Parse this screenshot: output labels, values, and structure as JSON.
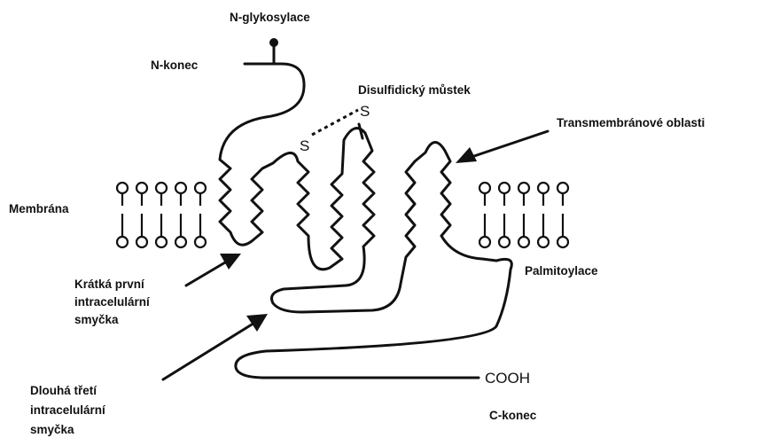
{
  "labels": {
    "n_glycosylation": "N-glykosylace",
    "n_terminus": "N-konec",
    "disulfide_bridge": "Disulfidický můstek",
    "sulfur_left": "S",
    "sulfur_right": "S",
    "transmembrane": "Transmembránové oblasti",
    "membrane": "Membrána",
    "short_loop": [
      "Krátká první",
      "intracelulární",
      "smyčka"
    ],
    "palmitoylation": "Palmitoylace",
    "long_loop": [
      "Dlouhá třetí",
      "intracelulární",
      "smyčka"
    ],
    "cooh": "COOH",
    "c_terminus": "C-konec"
  },
  "colors": {
    "ink": "#111111",
    "background": "#ffffff"
  }
}
